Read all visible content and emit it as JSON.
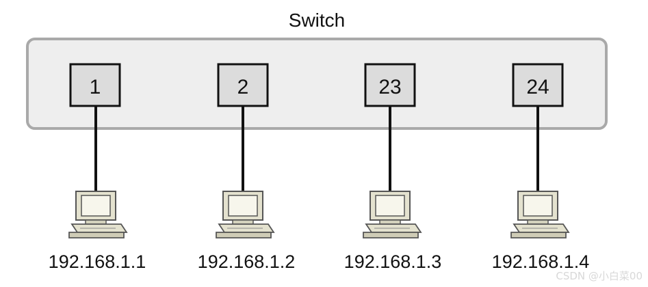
{
  "switch": {
    "label": "Switch",
    "fill": "#eeeeee",
    "border": "#a9a9a9"
  },
  "ports": [
    {
      "label": "1"
    },
    {
      "label": "2"
    },
    {
      "label": "23"
    },
    {
      "label": "24"
    }
  ],
  "hosts": [
    {
      "ip": "192.168.1.1",
      "icon": "desktop-computer-icon"
    },
    {
      "ip": "192.168.1.2",
      "icon": "desktop-computer-icon"
    },
    {
      "ip": "192.168.1.3",
      "icon": "desktop-computer-icon"
    },
    {
      "ip": "192.168.1.4",
      "icon": "desktop-computer-icon"
    }
  ],
  "colors": {
    "port_fill": "#dcdcdc",
    "cable": "#111111",
    "computer_fill": "#e4e2cf",
    "computer_stroke": "#555555"
  },
  "watermark": "CSDN @小白菜00"
}
